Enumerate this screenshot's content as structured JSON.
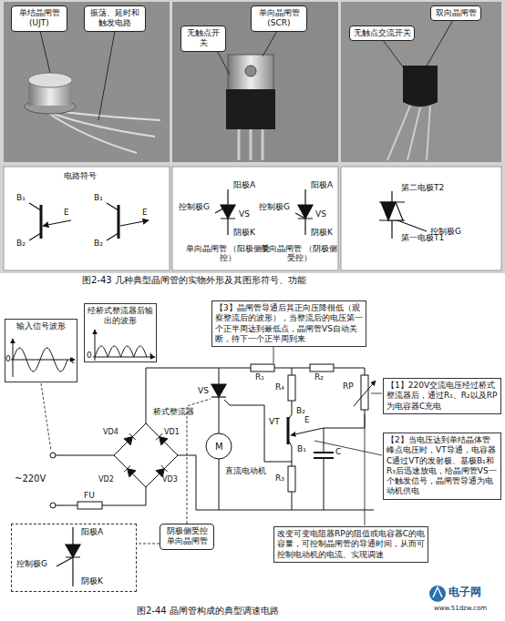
{
  "diagram": {
    "caption": "图2-44 晶闸管构成的典型调速电路",
    "nodes": [
      {
        "text": [
          "单结晶闸管 (UJT)"
        ]
      },
      {
        "text": [
          "振荡、延时和触发电路"
        ]
      },
      {
        "text": [
          "无触点开关"
        ]
      },
      {
        "text": [
          "单向晶闸管 (SCR)"
        ]
      },
      {
        "text": [
          "无触点交流开关"
        ]
      },
      {
        "text": [
          "双向晶闸管"
        ]
      },
      {
        "text": [
          "输入信号波形"
        ]
      },
      {
        "text": [
          "经桥式整流器后输出的波形"
        ]
      },
      {
        "text": [
          "【3】晶闸管导通后其正向压降很低（观察整流后的波形），当整流后的电压第一个正半周达到最低点，晶闸管VS自动关断，待下一个正半周到来"
        ]
      },
      {
        "text": [
          "【1】220V交流电压经过桥式整流器后，通过R₁、R₂以及RP为电容器C充电"
        ]
      },
      {
        "text": [
          "【2】当电压达到单结晶体管峰点电压时，VT导通，电容器C通过VT的发射极、基极B₁和R₃后迅速放电，给晶闸管VS一个触发信号，晶闸管导通为电动机供电"
        ]
      },
      {
        "text": [
          "改变可变电阻器RP的阻值或电容器C的电容量，可控制晶闸管的导通时间，从而可控制电动机的电流、实现调速"
        ]
      },
      {
        "text": [
          "阴极侧受控单向晶闸管"
        ]
      },
      {
        "text": [
          "阳极A",
          "控制极G",
          "阴极K"
        ]
      }
    ],
    "labels": [
      "电路符号",
      "B₁",
      "E",
      "B₂",
      "B₁",
      "E",
      "B₂",
      "阳极A",
      "控制极G",
      "VS",
      "阴极K",
      "单向晶闸管 （阳极侧受控）",
      "阳极A",
      "控制极G",
      "VS",
      "阴极K",
      "单向晶闸管 （阴极侧受控）",
      "第二电极T2",
      "控制极G",
      "第一电极T1",
      "图2-43 几种典型晶闸管的实物外形及其图形符号、功能",
      "0",
      "t",
      "0",
      "t",
      "桥式整流器",
      "VD4",
      "VD1",
      "VD2",
      "VD3",
      "~220V",
      "FU",
      "VS",
      "M",
      "直流电动机",
      "R₁",
      "R₂",
      "R₄",
      "B₂",
      "VT",
      "E",
      "B₁",
      "R₃",
      "RP",
      "C",
      "电子网",
      "www.51dzw.com"
    ]
  }
}
